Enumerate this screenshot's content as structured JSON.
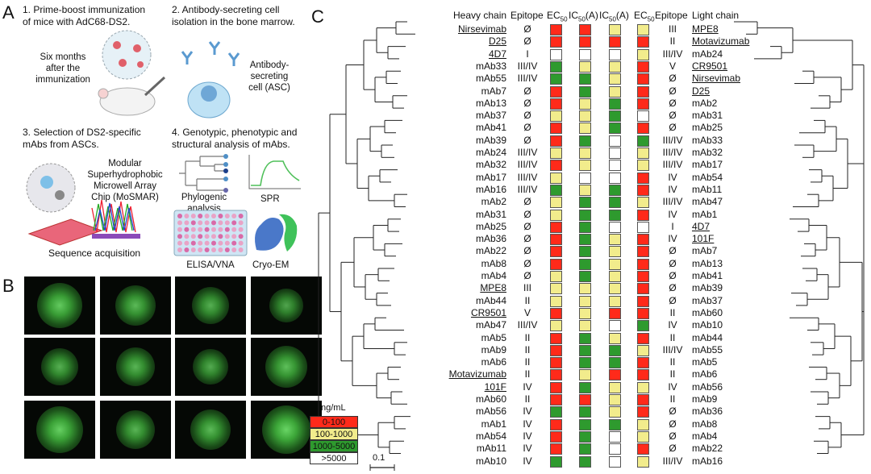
{
  "panels": {
    "A": "A",
    "B": "B",
    "C": "C"
  },
  "panel_a": {
    "step1": [
      "1. Prime-boost immunization",
      "of mice with AdC68-DS2."
    ],
    "step1_sub": [
      "Six months",
      "after the",
      "immunization"
    ],
    "step2": [
      "2. Antibody-secreting cell",
      "isolation in the bone marrow."
    ],
    "step2_sub": [
      "Antibody-",
      "secreting",
      "cell (ASC)"
    ],
    "step3": [
      "3. Selection of DS2-specific",
      "mAbs from ASCs."
    ],
    "step3_sub": [
      "Modular",
      "Superhydrophobic",
      "Microwell Array",
      "Chip (MoSMAR)"
    ],
    "step3_seq": "Sequence acquisition",
    "step4": [
      "4. Genotypic, phenotypic and",
      "structural analysis of mAbs."
    ],
    "phylo": [
      "Phylogenic",
      "analysis"
    ],
    "spr": "SPR",
    "elisa": "ELISA/VNA",
    "cryo": "Cryo-EM"
  },
  "panel_b": {
    "images": [
      0.8,
      0.65,
      0.55,
      0.45,
      0.55,
      0.6,
      0.5,
      0.7,
      0.85,
      0.6,
      0.65,
      0.9
    ]
  },
  "panel_c": {
    "headers": {
      "heavy_chain": "Heavy chain",
      "epitope": "Epitope",
      "ec50": "EC",
      "ic50a": "IC",
      "ic50a2": "IC",
      "ec50b": "EC",
      "epitope2": "Epitope",
      "light_chain": "Light chain",
      "sub50": "50",
      "suffixA": "(A)"
    },
    "scale_bar": "0.1",
    "legend": {
      "title": "ng/mL",
      "items": [
        {
          "label": "0-100",
          "color": "#ff2a1a"
        },
        {
          "label": "100-1000",
          "color": "#f2ec8c"
        },
        {
          "label": "1000-5000",
          "color": "#2e9a2e"
        },
        {
          "label": ">5000",
          "color": "#ffffff"
        }
      ]
    },
    "heavy_rows": [
      {
        "name": "Nirsevimab",
        "epi": "Ø",
        "ul": true
      },
      {
        "name": "D25",
        "epi": "Ø",
        "ul": true
      },
      {
        "name": "4D7",
        "epi": "I",
        "ul": true
      },
      {
        "name": "mAb33",
        "epi": "III/IV",
        "ul": false
      },
      {
        "name": "mAb55",
        "epi": "III/IV",
        "ul": false
      },
      {
        "name": "mAb7",
        "epi": "Ø",
        "ul": false
      },
      {
        "name": "mAb13",
        "epi": "Ø",
        "ul": false
      },
      {
        "name": "mAb37",
        "epi": "Ø",
        "ul": false
      },
      {
        "name": "mAb41",
        "epi": "Ø",
        "ul": false
      },
      {
        "name": "mAb39",
        "epi": "Ø",
        "ul": false
      },
      {
        "name": "mAb24",
        "epi": "III/IV",
        "ul": false
      },
      {
        "name": "mAb32",
        "epi": "III/IV",
        "ul": false
      },
      {
        "name": "mAb17",
        "epi": "III/IV",
        "ul": false
      },
      {
        "name": "mAb16",
        "epi": "III/IV",
        "ul": false
      },
      {
        "name": "mAb2",
        "epi": "Ø",
        "ul": false
      },
      {
        "name": "mAb31",
        "epi": "Ø",
        "ul": false
      },
      {
        "name": "mAb25",
        "epi": "Ø",
        "ul": false
      },
      {
        "name": "mAb36",
        "epi": "Ø",
        "ul": false
      },
      {
        "name": "mAb22",
        "epi": "Ø",
        "ul": false
      },
      {
        "name": "mAb8",
        "epi": "Ø",
        "ul": false
      },
      {
        "name": "mAb4",
        "epi": "Ø",
        "ul": false
      },
      {
        "name": "MPE8",
        "epi": "III",
        "ul": true
      },
      {
        "name": "mAb44",
        "epi": "II",
        "ul": false
      },
      {
        "name": "CR9501",
        "epi": "V",
        "ul": true
      },
      {
        "name": "mAb47",
        "epi": "III/IV",
        "ul": false
      },
      {
        "name": "mAb5",
        "epi": "II",
        "ul": false
      },
      {
        "name": "mAb9",
        "epi": "II",
        "ul": false
      },
      {
        "name": "mAb6",
        "epi": "II",
        "ul": false
      },
      {
        "name": "Motavizumab",
        "epi": "II",
        "ul": true
      },
      {
        "name": "101F",
        "epi": "IV",
        "ul": true
      },
      {
        "name": "mAb60",
        "epi": "II",
        "ul": false
      },
      {
        "name": "mAb56",
        "epi": "IV",
        "ul": false
      },
      {
        "name": "mAb1",
        "epi": "IV",
        "ul": false
      },
      {
        "name": "mAb54",
        "epi": "IV",
        "ul": false
      },
      {
        "name": "mAb11",
        "epi": "IV",
        "ul": false
      },
      {
        "name": "mAb10",
        "epi": "IV",
        "ul": false
      }
    ],
    "heavy_ec50": [
      "R",
      "R",
      "W",
      "G",
      "G",
      "R",
      "R",
      "Y",
      "R",
      "R",
      "Y",
      "R",
      "Y",
      "G",
      "Y",
      "Y",
      "R",
      "R",
      "R",
      "R",
      "Y",
      "Y",
      "Y",
      "R",
      "Y",
      "R",
      "R",
      "R",
      "R",
      "R",
      "R",
      "G",
      "R",
      "R",
      "R",
      "G"
    ],
    "heavy_ic50": [
      "R",
      "R",
      "W",
      "Y",
      "G",
      "G",
      "Y",
      "Y",
      "Y",
      "G",
      "Y",
      "Y",
      "W",
      "Y",
      "G",
      "G",
      "G",
      "G",
      "G",
      "G",
      "G",
      "Y",
      "Y",
      "Y",
      "Y",
      "G",
      "G",
      "G",
      "Y",
      "G",
      "R",
      "G",
      "G",
      "G",
      "G",
      "G"
    ],
    "light_ic50": [
      "Y",
      "R",
      "W",
      "Y",
      "Y",
      "Y",
      "G",
      "G",
      "G",
      "W",
      "W",
      "W",
      "W",
      "G",
      "G",
      "G",
      "W",
      "Y",
      "Y",
      "Y",
      "Y",
      "Y",
      "Y",
      "R",
      "W",
      "Y",
      "G",
      "G",
      "R",
      "Y",
      "Y",
      "Y",
      "G",
      "W",
      "W",
      "W"
    ],
    "light_ec50": [
      "Y",
      "R",
      "Y",
      "R",
      "R",
      "R",
      "R",
      "W",
      "R",
      "G",
      "Y",
      "Y",
      "R",
      "R",
      "Y",
      "R",
      "W",
      "R",
      "R",
      "R",
      "R",
      "R",
      "R",
      "R",
      "G",
      "R",
      "Y",
      "R",
      "R",
      "Y",
      "R",
      "R",
      "Y",
      "Y",
      "R",
      "Y"
    ],
    "light_rows": [
      {
        "name": "MPE8",
        "epi": "III",
        "ul": true
      },
      {
        "name": "Motavizumab",
        "epi": "II",
        "ul": true
      },
      {
        "name": "mAb24",
        "epi": "III/IV",
        "ul": false
      },
      {
        "name": "CR9501",
        "epi": "V",
        "ul": true
      },
      {
        "name": "Nirsevimab",
        "epi": "Ø",
        "ul": true
      },
      {
        "name": "D25",
        "epi": "Ø",
        "ul": true
      },
      {
        "name": "mAb2",
        "epi": "Ø",
        "ul": false
      },
      {
        "name": "mAb31",
        "epi": "Ø",
        "ul": false
      },
      {
        "name": "mAb25",
        "epi": "Ø",
        "ul": false
      },
      {
        "name": "mAb33",
        "epi": "III/IV",
        "ul": false
      },
      {
        "name": "mAb32",
        "epi": "III/IV",
        "ul": false
      },
      {
        "name": "mAb17",
        "epi": "III/IV",
        "ul": false
      },
      {
        "name": "mAb54",
        "epi": "IV",
        "ul": false
      },
      {
        "name": "mAb11",
        "epi": "IV",
        "ul": false
      },
      {
        "name": "mAb47",
        "epi": "III/IV",
        "ul": false
      },
      {
        "name": "mAb1",
        "epi": "IV",
        "ul": false
      },
      {
        "name": "4D7",
        "epi": "I",
        "ul": true
      },
      {
        "name": "101F",
        "epi": "IV",
        "ul": true
      },
      {
        "name": "mAb7",
        "epi": "Ø",
        "ul": false
      },
      {
        "name": "mAb13",
        "epi": "Ø",
        "ul": false
      },
      {
        "name": "mAb41",
        "epi": "Ø",
        "ul": false
      },
      {
        "name": "mAb39",
        "epi": "Ø",
        "ul": false
      },
      {
        "name": "mAb37",
        "epi": "Ø",
        "ul": false
      },
      {
        "name": "mAb60",
        "epi": "II",
        "ul": false
      },
      {
        "name": "mAb10",
        "epi": "IV",
        "ul": false
      },
      {
        "name": "mAb44",
        "epi": "II",
        "ul": false
      },
      {
        "name": "mAb55",
        "epi": "III/IV",
        "ul": false
      },
      {
        "name": "mAb5",
        "epi": "II",
        "ul": false
      },
      {
        "name": "mAb6",
        "epi": "II",
        "ul": false
      },
      {
        "name": "mAb56",
        "epi": "IV",
        "ul": false
      },
      {
        "name": "mAb9",
        "epi": "II",
        "ul": false
      },
      {
        "name": "mAb36",
        "epi": "Ø",
        "ul": false
      },
      {
        "name": "mAb8",
        "epi": "Ø",
        "ul": false
      },
      {
        "name": "mAb4",
        "epi": "Ø",
        "ul": false
      },
      {
        "name": "mAb22",
        "epi": "Ø",
        "ul": false
      },
      {
        "name": "mAb16",
        "epi": "III/IV",
        "ul": false
      }
    ]
  }
}
